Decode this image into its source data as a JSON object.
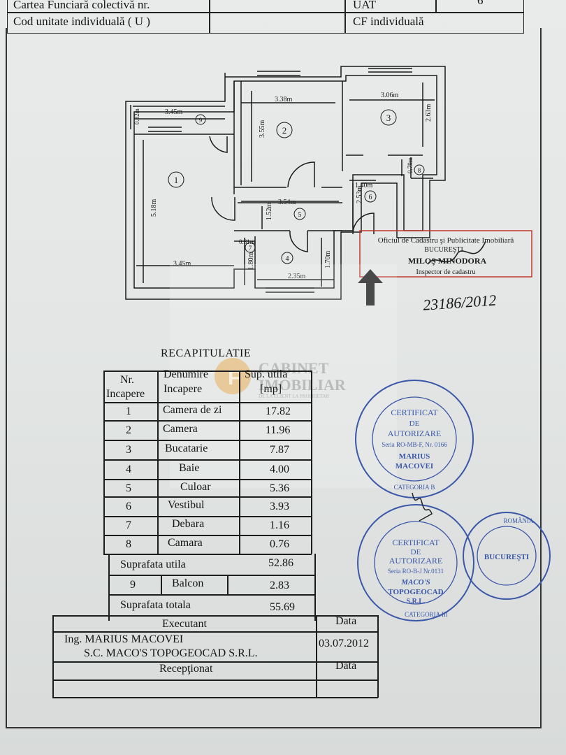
{
  "header": {
    "carte_funciara": "Cartea Funciară colectivă nr.",
    "uat_label": "UAT",
    "uat_value": "6",
    "cod_unitate": "Cod unitate individuală ( U )",
    "cf_individuala": "CF individuală"
  },
  "plan": {
    "dimensions": [
      "3.45m",
      "0.82m",
      "3.38m",
      "3.06m",
      "3.55m",
      "2.63m",
      "5.18m",
      "1.40m",
      "0.79m",
      "3.54m",
      "2.53m",
      "1.52m",
      "0.81m",
      "1.80m",
      "1.70m",
      "2.35m",
      "3.45m"
    ],
    "room_numbers": [
      "1",
      "2",
      "3",
      "4",
      "5",
      "6",
      "7",
      "8",
      "9"
    ]
  },
  "cadastru_stamp": {
    "line1": "Oficiul de Cadastru şi Publicitate Imobiliară",
    "line2": "BUCUREŞTI",
    "line3": "MILOŞ MINODORA",
    "line4": "Inspector de cadastru",
    "handwritten": "23186/2012"
  },
  "recap": {
    "title": "RECAPITULATIE",
    "col_nr": [
      "Nr.",
      "Incapere"
    ],
    "col_denumire": [
      "Denumire",
      "Incapere"
    ],
    "col_sup": [
      "Sup. utila",
      "[mp]"
    ],
    "rows": [
      {
        "nr": "1",
        "name": "Camera de zi",
        "area": "17.82"
      },
      {
        "nr": "2",
        "name": "Camera",
        "area": "11.96"
      },
      {
        "nr": "3",
        "name": "Bucatarie",
        "area": "7.87"
      },
      {
        "nr": "4",
        "name": "Baie",
        "area": "4.00"
      },
      {
        "nr": "5",
        "name": "Culoar",
        "area": "5.36"
      },
      {
        "nr": "6",
        "name": "Vestibul",
        "area": "3.93"
      },
      {
        "nr": "7",
        "name": "Debara",
        "area": "1.16"
      },
      {
        "nr": "8",
        "name": "Camara",
        "area": "0.76"
      }
    ],
    "suprafata_utila_label": "Suprafata utila",
    "suprafata_utila_value": "52.86",
    "balcon_nr": "9",
    "balcon_name": "Balcon",
    "balcon_area": "2.83",
    "suprafata_totala_label": "Suprafata totala",
    "suprafata_totala_value": "55.69"
  },
  "executant": {
    "label": "Executant",
    "data_label": "Data",
    "name": "Ing. MARIUS MACOVEI",
    "company": "S.C. MACO'S TOPOGEOCAD S.R.L.",
    "date": "03.07.2012",
    "receptionat_label": "Recepţionat",
    "data_label2": "Data"
  },
  "watermark": {
    "line1": "CABINET",
    "line2": "IMOBILIAR",
    "line3": "DE LA CLIENT LA PROPRIETAR"
  },
  "stamp1": {
    "line1": "CERTIFICAT",
    "line2": "DE",
    "line3": "AUTORIZARE",
    "line4": "Seria RO-MB-F, Nr. 0166",
    "line5": "MARIUS",
    "line6": "MACOVEI",
    "line7": "CATEGORIA B"
  },
  "stamp2": {
    "line1": "CERTIFICAT",
    "line2": "DE",
    "line3": "AUTORIZARE",
    "line4": "Seria RO-B-J Nr.0131",
    "line5": "MACO'S",
    "line6": "TOPOGEOCAD",
    "line7": "S.R.L.",
    "line8": "CATEGORIA III"
  },
  "stamp3": {
    "top": "ROMÂNIA",
    "center": "BUCUREŞTI"
  },
  "colors": {
    "stamp_blue": "#3b57a8",
    "stamp_red": "#c0392b",
    "watermark_orange": "#e8a23a"
  }
}
